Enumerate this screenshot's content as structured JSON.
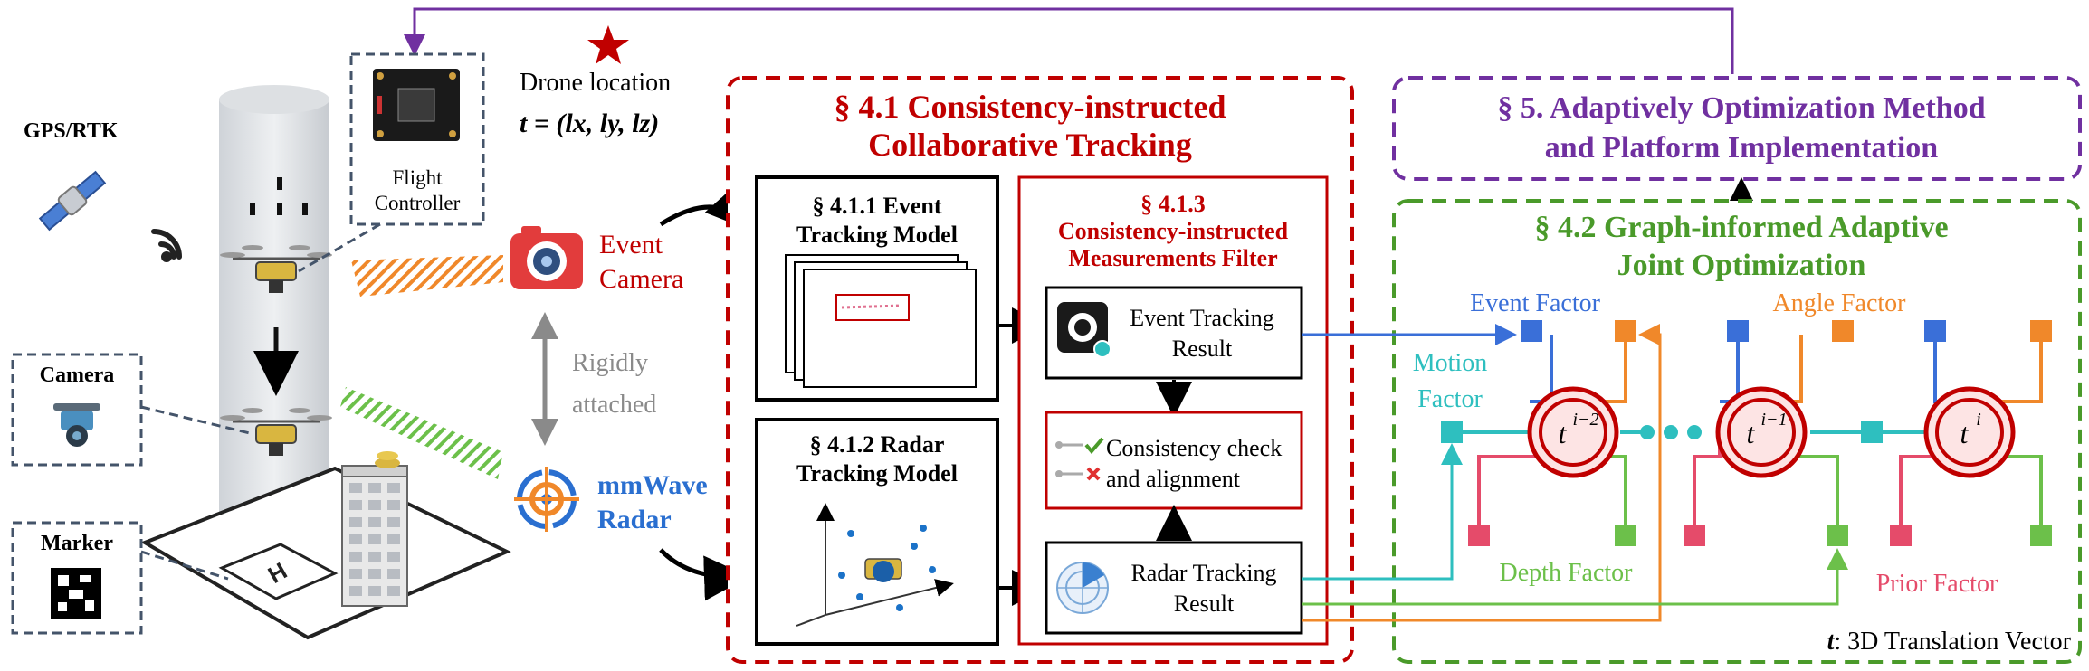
{
  "colors": {
    "red": "#c00000",
    "purple": "#7030a0",
    "green": "#4a9a2a",
    "blue": "#3a6fd8",
    "orange": "#f0882a",
    "teal": "#2ebfbf",
    "pink": "#e54b6a",
    "greenfactor": "#6cc04a",
    "gray": "#8a8a8a"
  },
  "left": {
    "gps_label": "GPS/RTK",
    "camera_label": "Camera",
    "marker_label": "Marker",
    "flight_controller_line1": "Flight",
    "flight_controller_line2": "Controller",
    "drone_location_label": "Drone location",
    "drone_location_formula": "t = (lx, ly, lz)",
    "event_camera_line1": "Event",
    "event_camera_line2": "Camera",
    "rigidly_line1": "Rigidly",
    "rigidly_line2": "attached",
    "radar_line1": "mmWave",
    "radar_line2": "Radar",
    "helipad_letter": "H"
  },
  "section41": {
    "title_line1": "§ 4.1 Consistency-instructed",
    "title_line2": "Collaborative Tracking",
    "event_model_line1": "§ 4.1.1 Event",
    "event_model_line2": "Tracking Model",
    "radar_model_line1": "§ 4.1.2 Radar",
    "radar_model_line2": "Tracking Model",
    "filter_line1": "§ 4.1.3",
    "filter_line2": "Consistency-instructed",
    "filter_line3": "Measurements Filter",
    "event_result_line1": "Event Tracking",
    "event_result_line2": "Result",
    "consistency_line1": "Consistency check",
    "consistency_line2": "and alignment",
    "radar_result_line1": "Radar Tracking",
    "radar_result_line2": "Result"
  },
  "section5": {
    "title_line1": "§ 5. Adaptively Optimization Method",
    "title_line2": "and Platform Implementation"
  },
  "section42": {
    "title_line1": "§ 4.2 Graph-informed Adaptive",
    "title_line2": "Joint Optimization",
    "event_factor": "Event Factor",
    "angle_factor": "Angle Factor",
    "motion_factor_line1": "Motion",
    "motion_factor_line2": "Factor",
    "depth_factor": "Depth Factor",
    "prior_factor": "Prior Factor",
    "node1_base": "t",
    "node1_sup": "i−2",
    "node2_base": "t",
    "node2_sup": "i−1",
    "node3_base": "t",
    "node3_sup": "i",
    "translation_bold": "t",
    "translation_rest": ": 3D Translation Vector"
  }
}
